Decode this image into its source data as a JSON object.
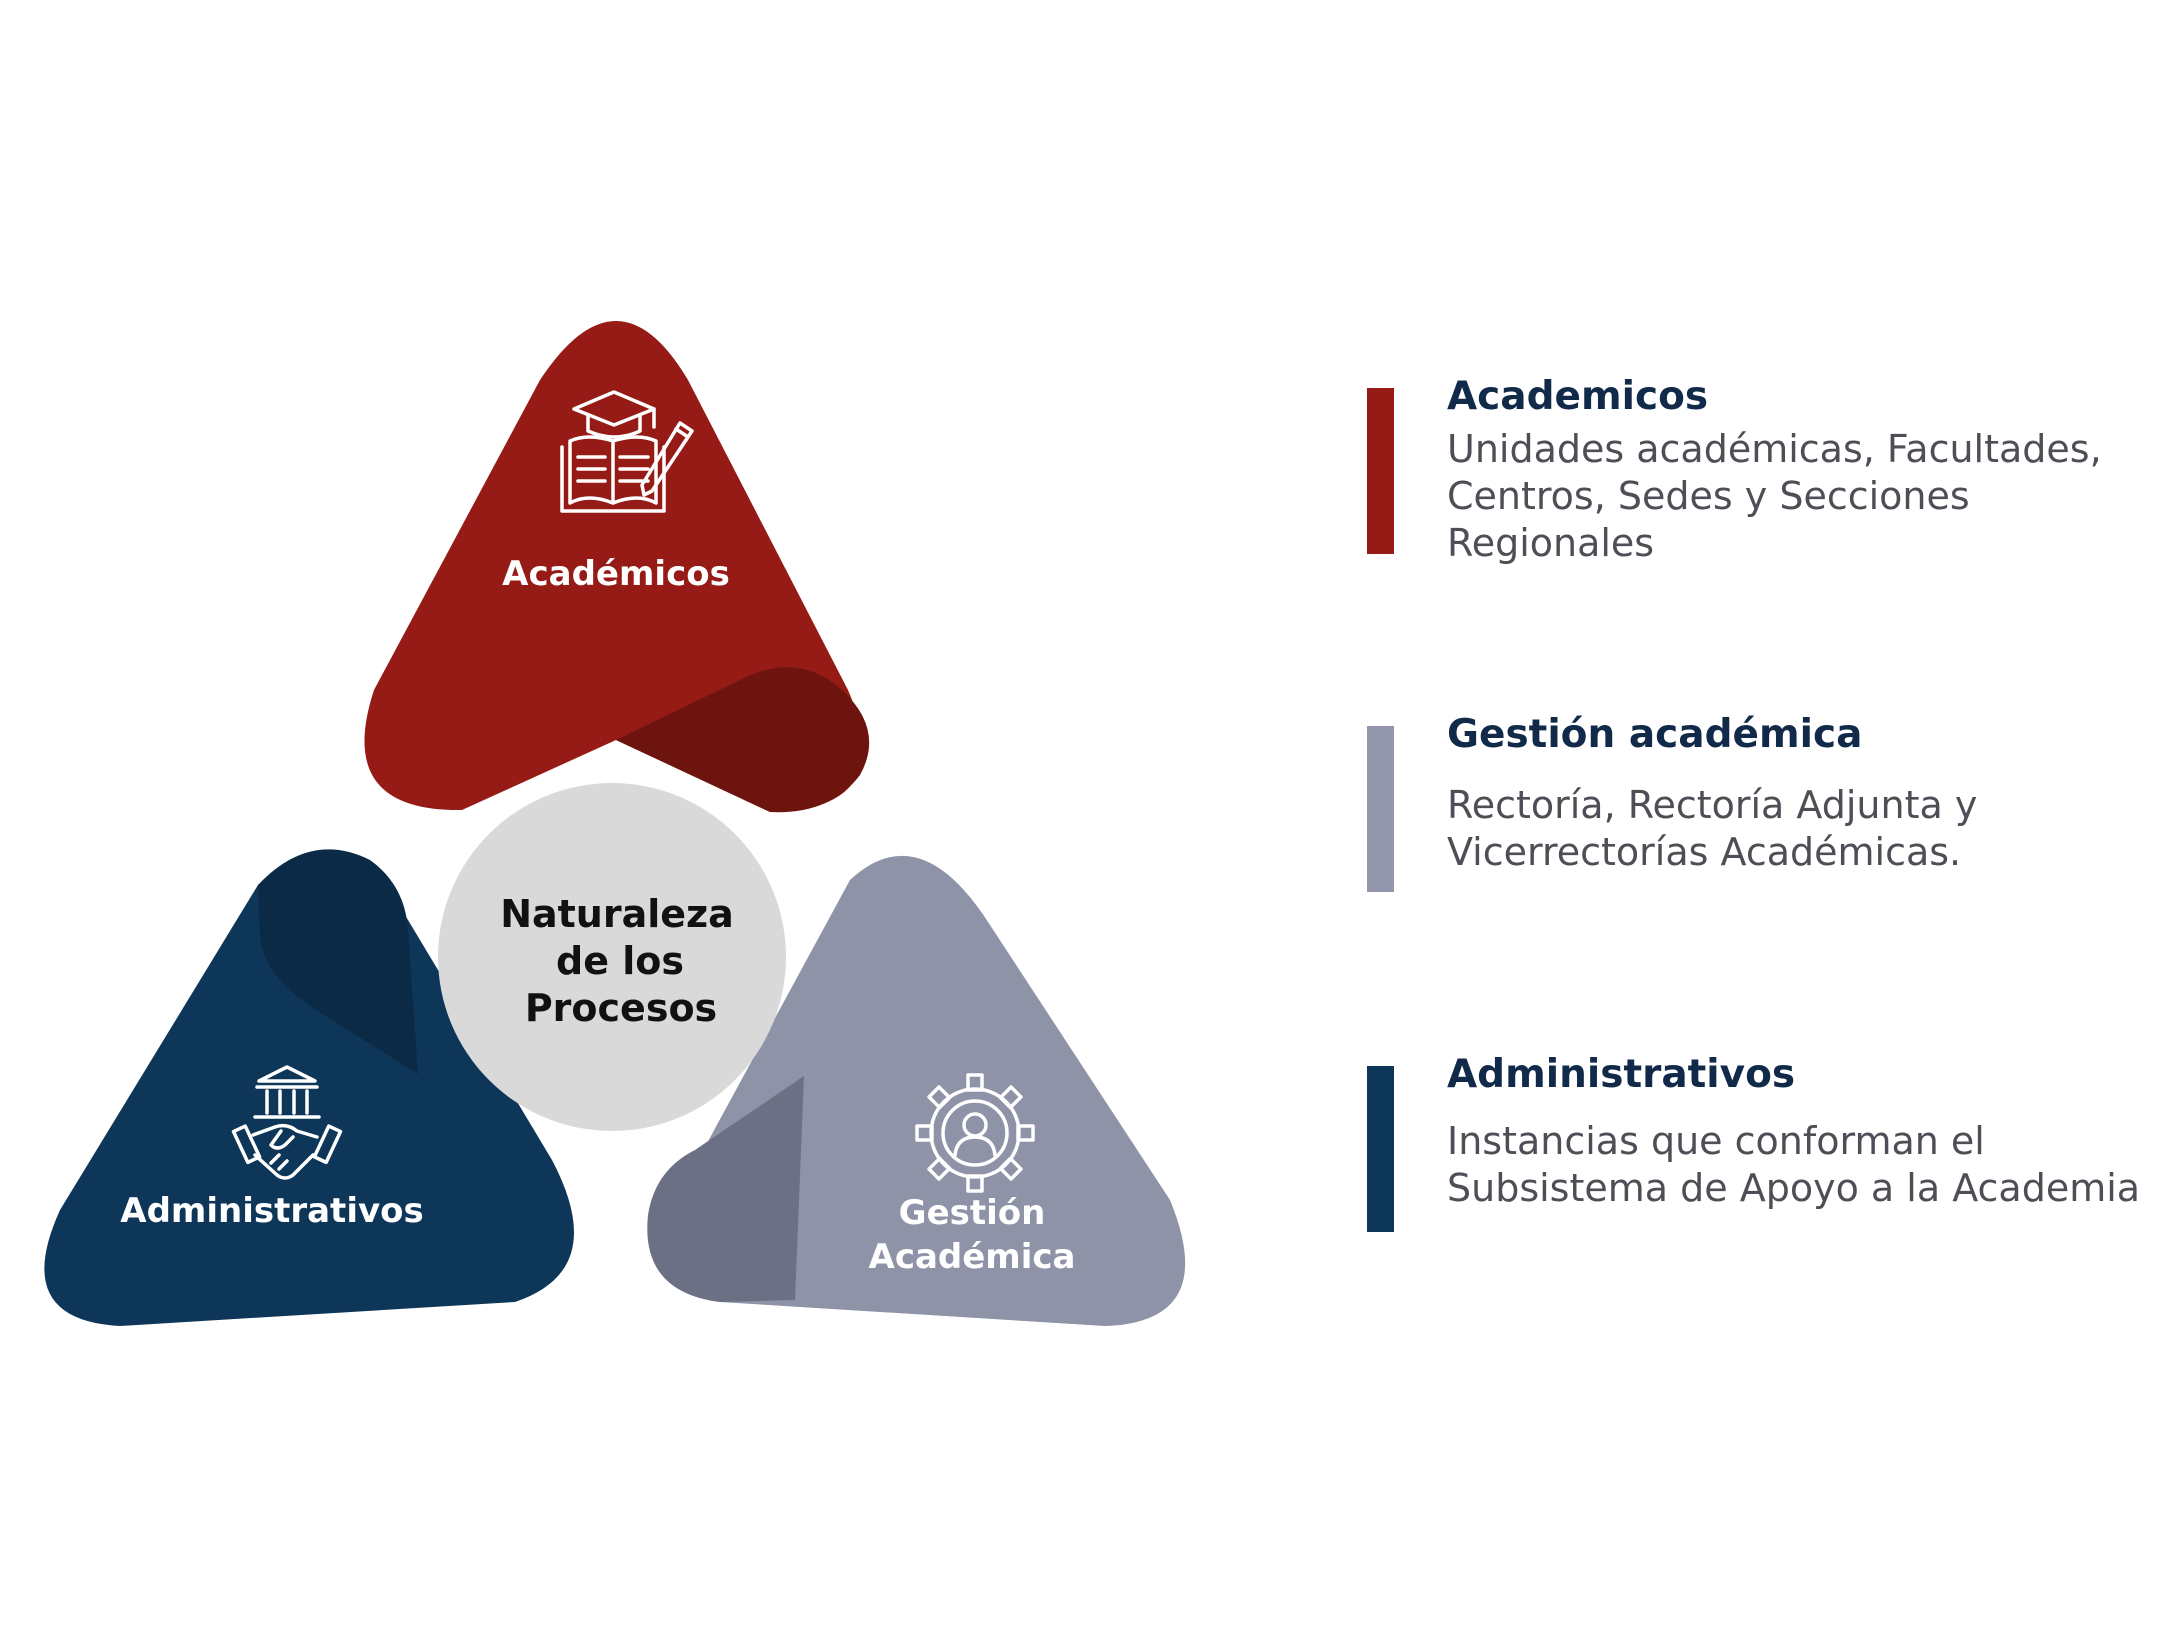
{
  "center": {
    "lines": [
      "Naturaleza",
      "de los",
      "Procesos"
    ],
    "color": "#d9d9d9"
  },
  "shapes": {
    "academicos": {
      "label": "Académicos",
      "color": "#961b16",
      "shade_color": "#6e140f",
      "icon": "graduation-book-icon"
    },
    "administrativos": {
      "label": "Administrativos",
      "color": "#0e3658",
      "shade_color": "#0b2a46",
      "icon": "institution-handshake-icon"
    },
    "gestion": {
      "label_lines": [
        "Gestión",
        "Académica"
      ],
      "color": "#8f93a8",
      "shade_color": "#6c7084",
      "icon": "gear-user-icon"
    }
  },
  "legend": [
    {
      "title": "Academicos",
      "description": "Unidades académicas, Facultades, Centros, Sedes y Secciones Regionales",
      "bar_color": "#961b16"
    },
    {
      "title": "Gestión académica",
      "description": "Rectoría, Rectoría Adjunta y Vicerrectorías Académicas.",
      "bar_color": "#9396ad"
    },
    {
      "title": "Administrativos",
      "description": "Instancias que conforman el Subsistema de Apoyo a la Academia",
      "bar_color": "#0e3658"
    }
  ]
}
